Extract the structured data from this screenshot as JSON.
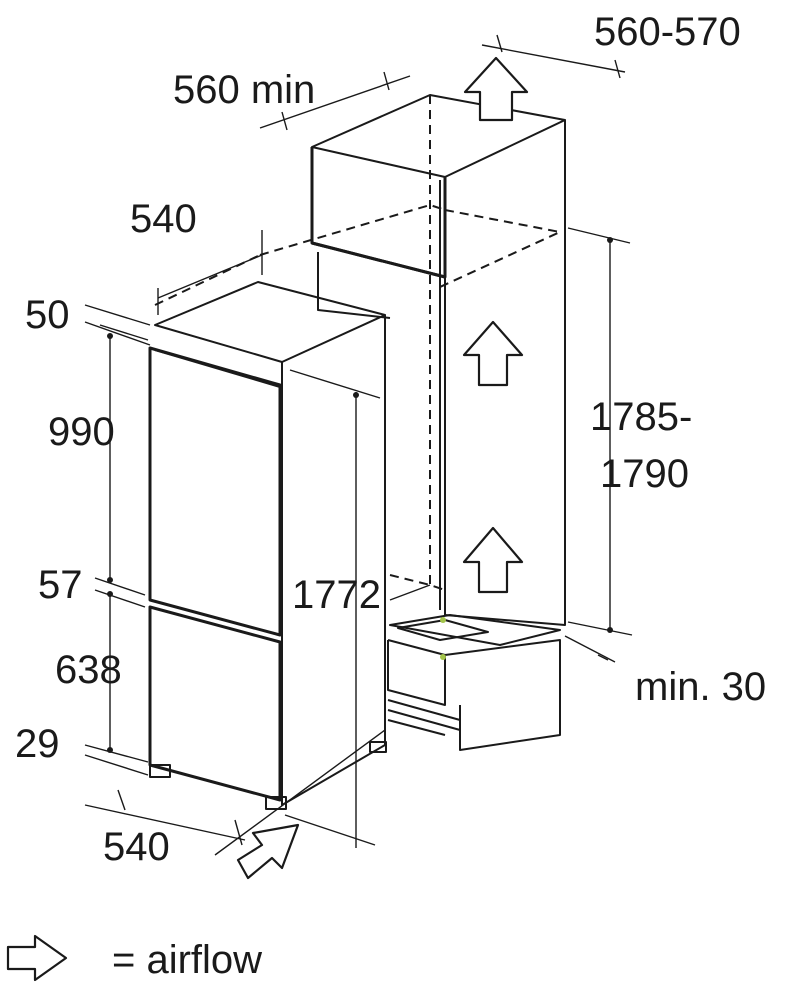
{
  "dimensions": {
    "niche_depth": "560-570",
    "niche_width": "560 min",
    "appliance_width_top": "540",
    "top_gap": "50",
    "door_upper": "990",
    "door_gap": "57",
    "door_lower": "638",
    "bottom_gap": "29",
    "appliance_height": "1772",
    "niche_height_line1": "1785-",
    "niche_height_line2": "1790",
    "vent_min": "min. 30",
    "appliance_depth_bottom": "540"
  },
  "legend": {
    "airflow_label": "= airflow"
  }
}
